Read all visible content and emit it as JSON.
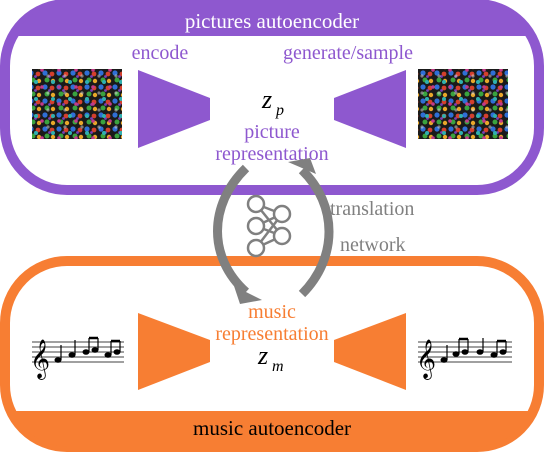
{
  "pictures_autoencoder": {
    "title": "pictures autoencoder",
    "encode_label": "encode",
    "generate_label": "generate/sample",
    "latent_symbol": "z",
    "latent_subscript": "p",
    "representation_line1": "picture",
    "representation_line2": "representation",
    "color": "#8E58CF"
  },
  "music_autoencoder": {
    "title": "music autoencoder",
    "latent_symbol": "z",
    "latent_subscript": "m",
    "representation_line1": "music",
    "representation_line2": "representation",
    "color": "#F77E33"
  },
  "translation": {
    "label_line1": "translation",
    "label_line2": "network",
    "color": "#808080"
  },
  "icons": {
    "input_picture": "mosaic-image-icon",
    "output_picture": "mosaic-image-icon",
    "input_music": "music-score-icon",
    "output_music": "music-score-icon",
    "network": "neural-network-icon"
  }
}
